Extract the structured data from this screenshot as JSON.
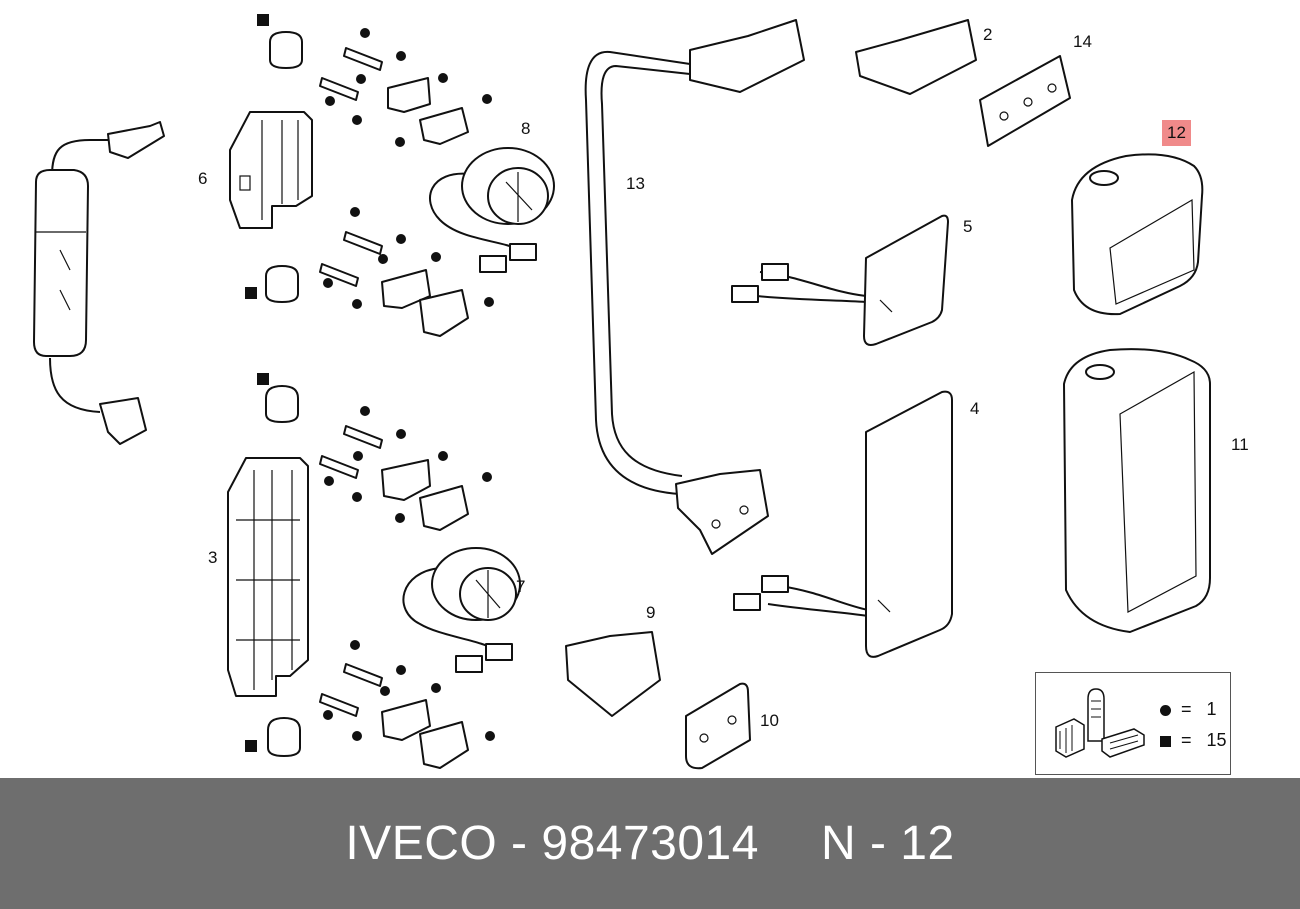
{
  "diagram": {
    "part_labels": {
      "p1": "2",
      "p2": "14",
      "p3": "8",
      "p4": "6",
      "p5": "13",
      "p6": "5",
      "p7": "4",
      "p8": "11",
      "p9": "3",
      "p10": "7",
      "p11": "9",
      "p12": "10"
    },
    "highlighted_label": "12",
    "highlight_color": "#f08a8a"
  },
  "legend": {
    "dot_equals": "=",
    "dot_value": "1",
    "square_equals": "=",
    "square_value": "15"
  },
  "footer": {
    "brand_part": "IVECO - 98473014",
    "ref": "N - 12",
    "background": "#6e6e6e"
  }
}
